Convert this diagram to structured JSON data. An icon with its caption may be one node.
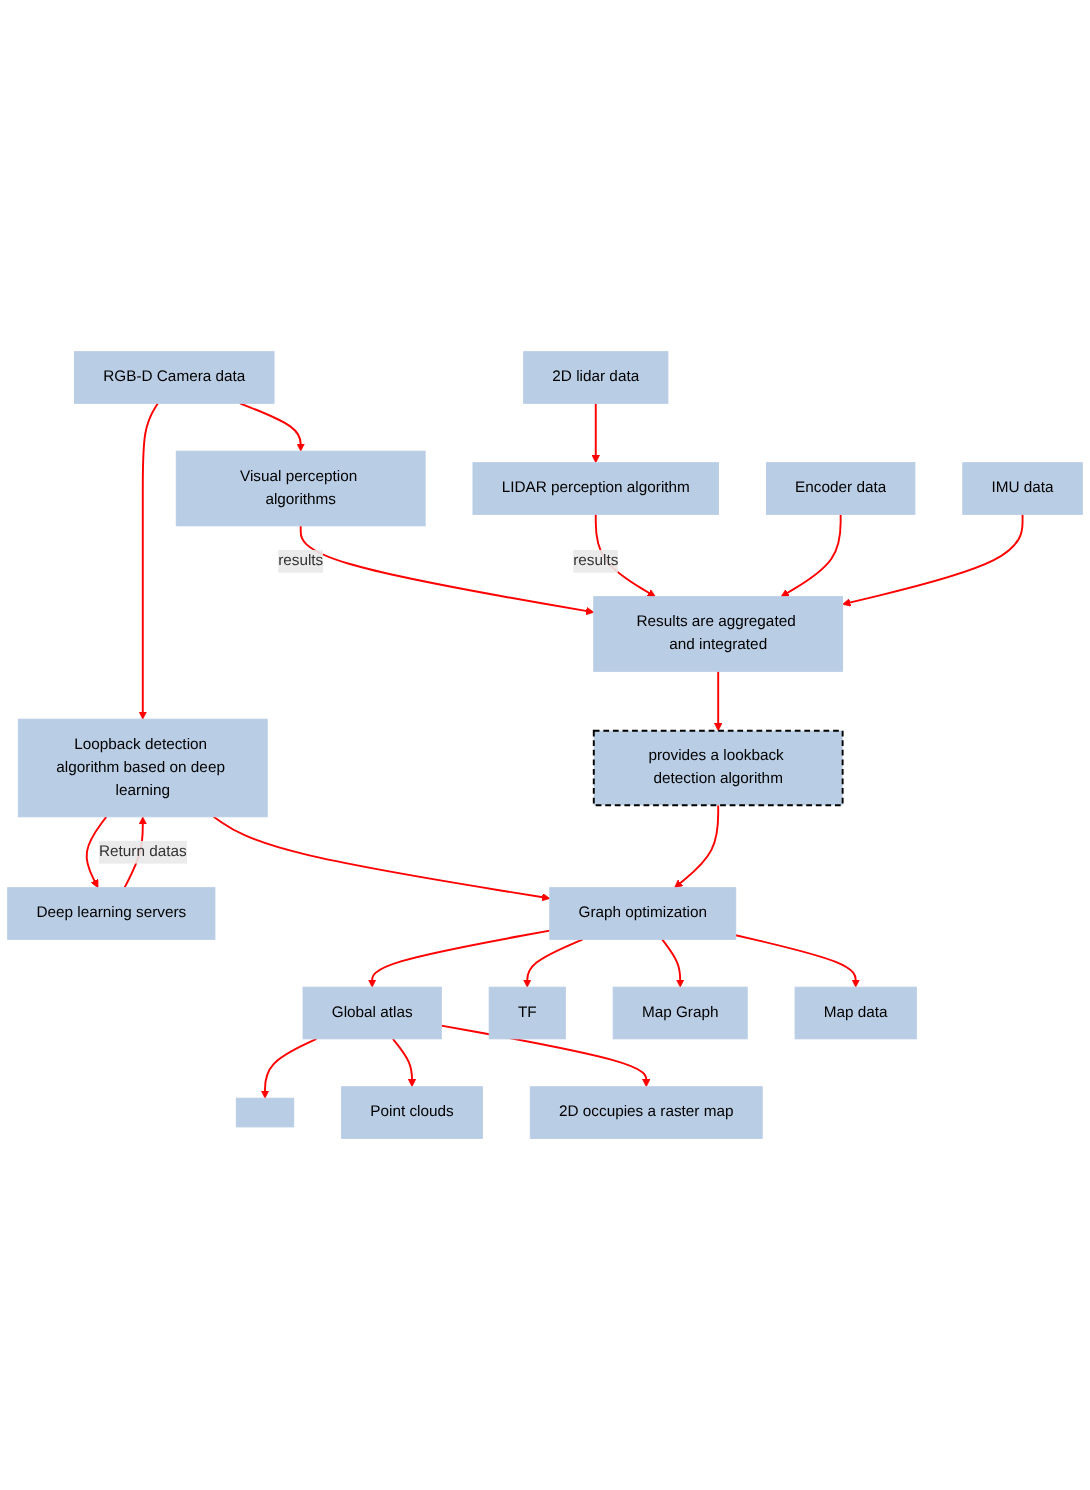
{
  "diagram": {
    "nodes": [
      {
        "text": [
          "Loopback detection algorithm based on deep learning"
        ]
      },
      {
        "text": [
          "Deep learning servers"
        ]
      },
      {
        "text": [
          "RGB-D Camera data"
        ]
      },
      {
        "text": [
          "Visual perception algorithms"
        ]
      },
      {
        "text": [
          "Results are aggregated and integrated"
        ]
      },
      {
        "text": [
          "2D lidar data"
        ]
      },
      {
        "text": [
          "LIDAR perception algorithm"
        ]
      },
      {
        "text": [
          "Encoder data"
        ]
      },
      {
        "text": [
          "IMU data"
        ]
      },
      {
        "text": [
          "provides a lookback detection algorithm"
        ]
      },
      {
        "text": [],
        "shape": "box"
      },
      {
        "text": [
          "Point clouds"
        ]
      },
      {
        "text": [
          "Global atlas"
        ]
      },
      {
        "text": [
          "Graph optimization"
        ]
      },
      {
        "text": [
          "2D occupies a raster map"
        ]
      },
      {
        "text": [
          "TF"
        ]
      },
      {
        "text": [
          "Map Graph"
        ]
      },
      {
        "text": [
          "Map data"
        ]
      }
    ],
    "edges": [
      {
        "from": 2,
        "to": 0,
        "arrow": "to"
      },
      {
        "from": 0,
        "to": 1,
        "arrow": "to"
      },
      {
        "from": 1,
        "to": 0,
        "arrow": "to",
        "label": "Return datas"
      },
      {
        "from": 0,
        "to": 13,
        "arrow": "to"
      },
      {
        "from": 2,
        "to": 3,
        "arrow": "to"
      },
      {
        "from": 3,
        "to": 4,
        "arrow": "to",
        "label": "results"
      },
      {
        "from": 5,
        "to": 6,
        "arrow": "to"
      },
      {
        "from": 6,
        "to": 4,
        "arrow": "to",
        "label": "results"
      },
      {
        "from": 7,
        "to": 4,
        "arrow": "to"
      },
      {
        "from": 8,
        "to": 4,
        "arrow": "to"
      },
      {
        "from": 4,
        "to": 9,
        "arrow": "to"
      },
      {
        "from": 9,
        "to": 13,
        "arrow": "to"
      },
      {
        "from": 13,
        "to": 12,
        "arrow": "to"
      },
      {
        "from": 12,
        "to": 10,
        "arrow": "to"
      },
      {
        "from": 12,
        "to": 11,
        "arrow": "to"
      },
      {
        "from": 12,
        "to": 14,
        "arrow": "to"
      },
      {
        "from": 13,
        "to": 15,
        "arrow": "to"
      },
      {
        "from": 13,
        "to": 16,
        "arrow": "to"
      },
      {
        "from": 13,
        "to": 17,
        "arrow": "to"
      }
    ]
  }
}
